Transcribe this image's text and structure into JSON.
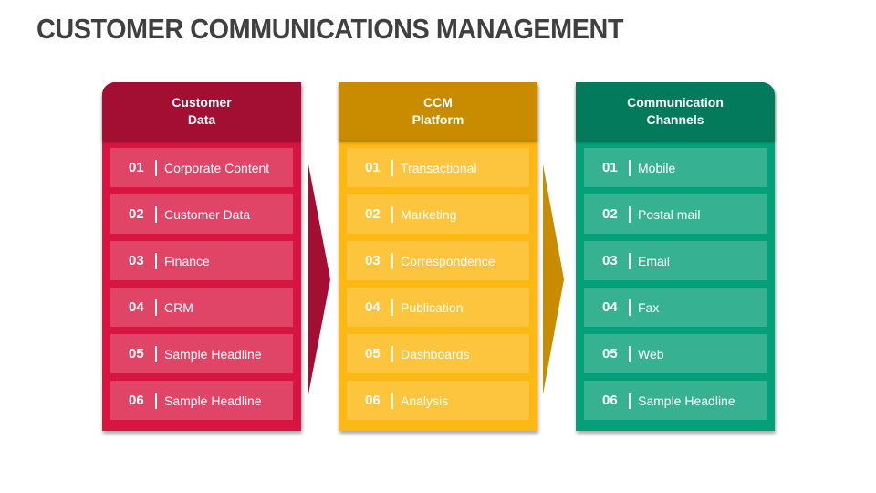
{
  "title": "CUSTOMER COMMUNICATIONS MANAGEMENT",
  "colors": {
    "title": "#404040",
    "column_1": {
      "header": "#A20F33",
      "body": "#D81541",
      "item": "#E04568",
      "arrow": "#A20F33"
    },
    "column_2": {
      "header": "#C98B00",
      "body": "#FDB913",
      "item": "#FDC43E",
      "arrow": "#C98B00"
    },
    "column_3": {
      "header": "#047A5C",
      "body": "#04A07A",
      "item": "#36B292"
    }
  },
  "columns": [
    {
      "header_line1": "Customer",
      "header_line2": "Data",
      "items": [
        {
          "num": "01",
          "label": "Corporate Content"
        },
        {
          "num": "02",
          "label": "Customer Data"
        },
        {
          "num": "03",
          "label": "Finance"
        },
        {
          "num": "04",
          "label": "CRM"
        },
        {
          "num": "05",
          "label": "Sample Headline"
        },
        {
          "num": "06",
          "label": "Sample Headline"
        }
      ]
    },
    {
      "header_line1": "CCM",
      "header_line2": "Platform",
      "items": [
        {
          "num": "01",
          "label": "Transactional"
        },
        {
          "num": "02",
          "label": "Marketing"
        },
        {
          "num": "03",
          "label": "Correspondence"
        },
        {
          "num": "04",
          "label": "Publication"
        },
        {
          "num": "05",
          "label": "Dashboards"
        },
        {
          "num": "06",
          "label": "Analysis"
        }
      ]
    },
    {
      "header_line1": "Communication",
      "header_line2": "Channels",
      "items": [
        {
          "num": "01",
          "label": "Mobile"
        },
        {
          "num": "02",
          "label": "Postal mail"
        },
        {
          "num": "03",
          "label": "Email"
        },
        {
          "num": "04",
          "label": "Fax"
        },
        {
          "num": "05",
          "label": "Web"
        },
        {
          "num": "06",
          "label": "Sample Headline"
        }
      ]
    }
  ],
  "arrows": [
    {
      "from": "Customer Data",
      "to": "CCM Platform"
    },
    {
      "from": "CCM Platform",
      "to": "Communication Channels"
    }
  ]
}
